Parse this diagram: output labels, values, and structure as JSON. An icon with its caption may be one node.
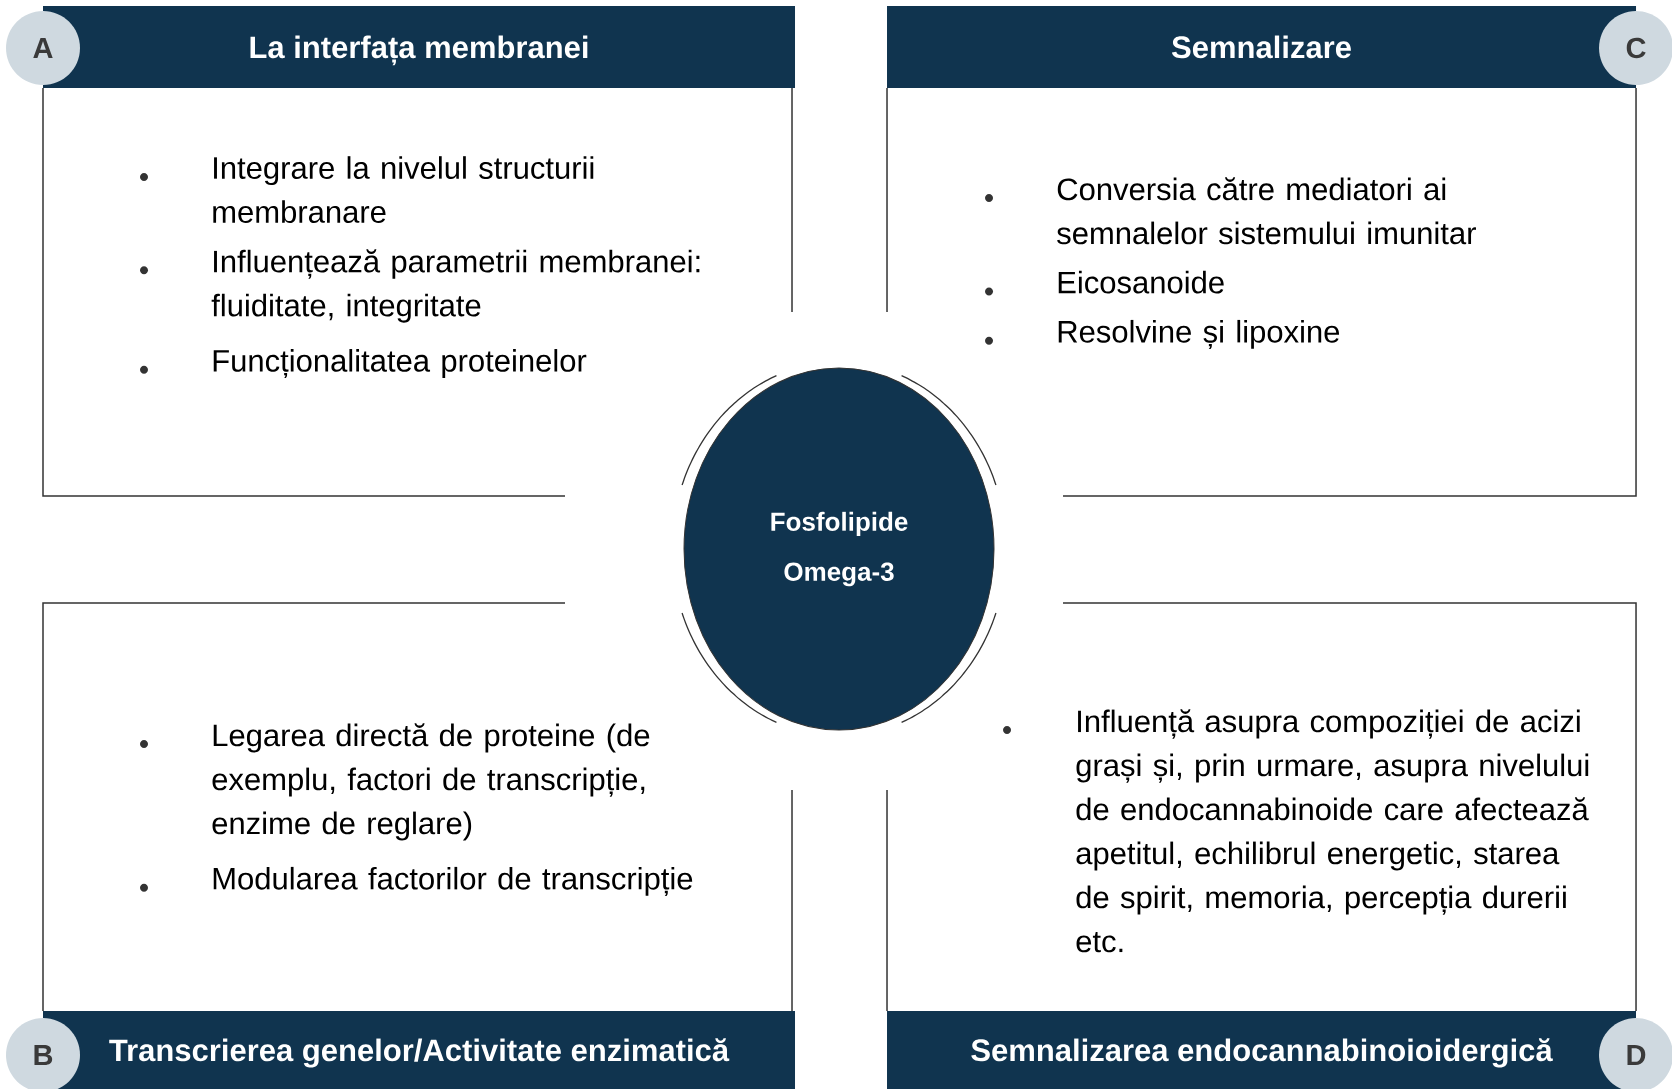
{
  "diagram": {
    "nodes": [
      {
        "text": [
          "A"
        ]
      },
      {
        "text": [
          "La interfața membranei",
          "Integrare la nivelul structurii membranare",
          "Influențează parametrii membranei: fluiditate, integritate",
          "Funcționalitatea proteinelor"
        ]
      },
      {
        "text": [
          "Semnalizare",
          "Conversia către mediatori ai semnalelor sistemului imunitar",
          "Eicosanoide",
          "Resolvine și lipoxine"
        ]
      },
      {
        "text": [
          "C"
        ]
      },
      {
        "text": [
          "Fosfolipide Omega-3"
        ]
      },
      {
        "text": [
          "Legarea directă de proteine (de exemplu, factori de transcripție, enzime de reglare)",
          "Modularea factorilor de transcripție",
          "Transcrierea genelor/Activitate enzimatică"
        ]
      },
      {
        "text": [
          "B"
        ]
      },
      {
        "text": [
          "Influență asupra compoziției de acizi grași și, prin urmare, asupra nivelului de endocannabinoide care afectează apetitul, echilibrul energetic, starea de spirit, memoria, percepția durerii etc.",
          "Semnalizarea endocannabinoioidergică"
        ]
      },
      {
        "text": [
          "D"
        ]
      }
    ]
  }
}
